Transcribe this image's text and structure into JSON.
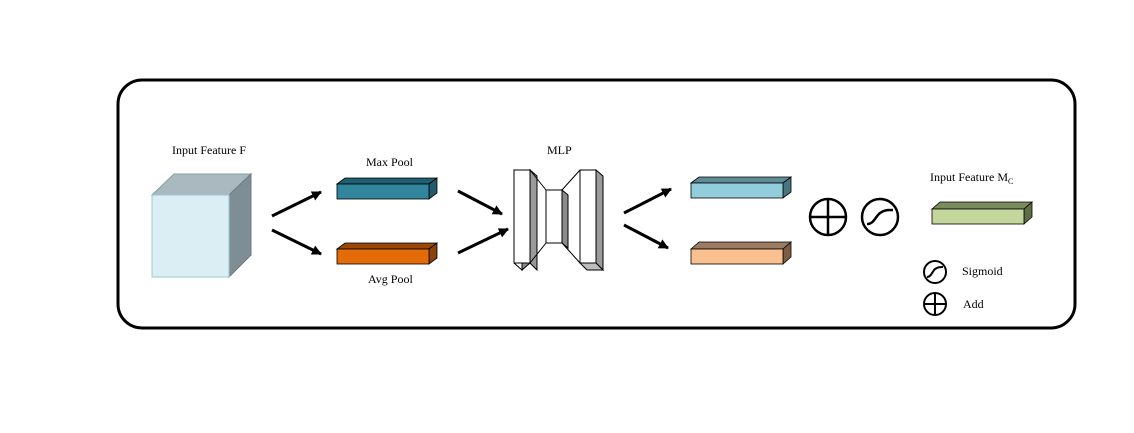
{
  "labels": {
    "input_feature": "Input Feature F",
    "max_pool": "Max Pool",
    "avg_pool": "Avg Pool",
    "mlp": "MLP",
    "output_feature_main": "Input Feature M",
    "output_feature_sub": "C"
  },
  "legend": {
    "sigmoid": "Sigmoid",
    "add": "Add"
  },
  "colors": {
    "frame": "#000000",
    "input_cube_front": "#daeef3",
    "input_cube_side": "#7f8e94",
    "max_pool": "#31859c",
    "avg_pool": "#e36c09",
    "mlp_out_top": "#92cddc",
    "mlp_out_bottom": "#fac090",
    "output": "#c3d69b"
  }
}
